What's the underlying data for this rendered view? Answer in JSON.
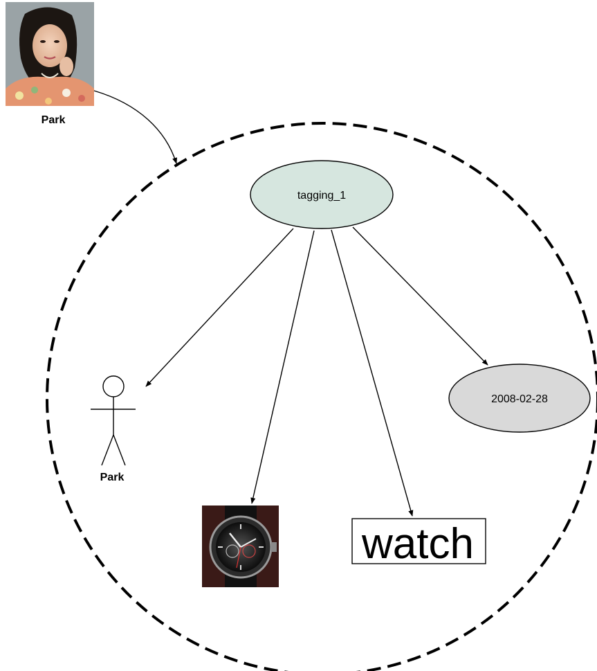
{
  "diagram": {
    "photo_person": {
      "label": "Park",
      "icon": "person-photo"
    },
    "tagging_node": {
      "label": "tagging_1",
      "fill": "#d6e6df"
    },
    "user_node": {
      "label": "Park",
      "icon": "stick-figure"
    },
    "resource_node": {
      "icon": "wristwatch-photo"
    },
    "tag_node": {
      "label": "watch"
    },
    "date_node": {
      "label": "2008-02-28",
      "fill": "#d9d9d9"
    },
    "boundary": {
      "style": "dashed-circle"
    }
  }
}
